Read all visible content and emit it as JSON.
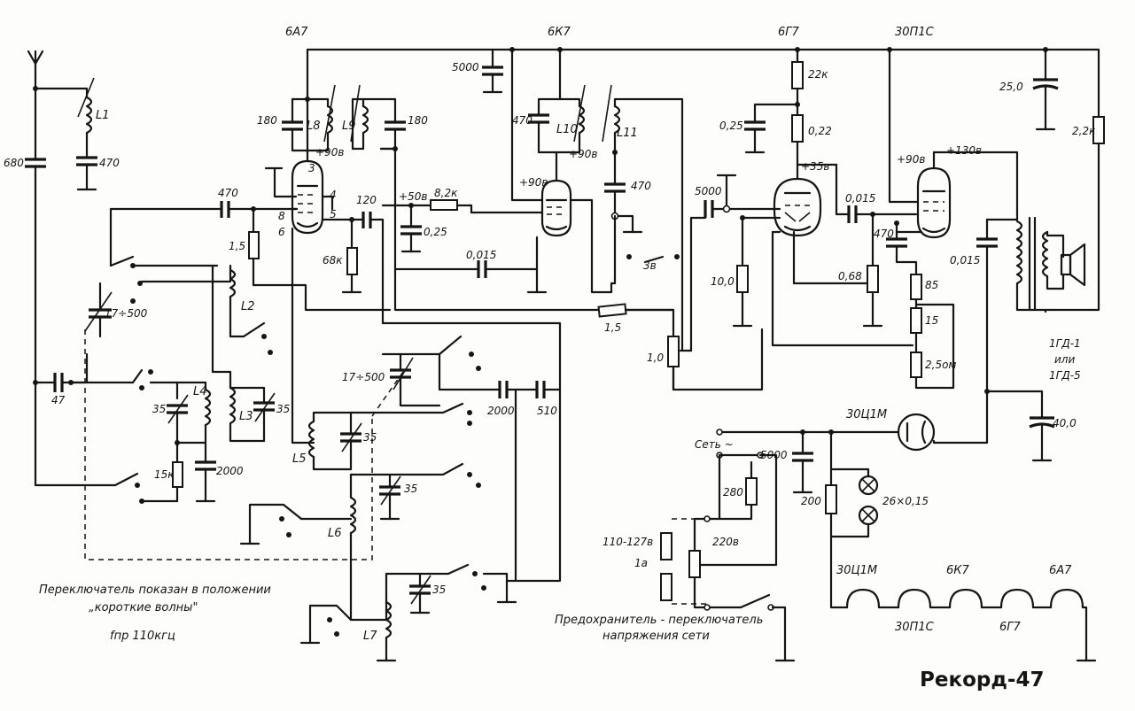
{
  "title": "Рекорд-47",
  "tubes": {
    "t1": "6А7",
    "t2": "6К7",
    "t3": "6Г7",
    "t4": "30П1С",
    "rect": "30Ц1М"
  },
  "inductors": {
    "L1": "L1",
    "L2": "L2",
    "L3": "L3",
    "L4": "L4",
    "L5": "L5",
    "L6": "L6",
    "L7": "L7",
    "L8": "L8",
    "L9": "L9",
    "L10": "L10",
    "L11": "L11"
  },
  "values": {
    "c680": "680",
    "c470a": "470",
    "c47": "47",
    "c470b": "470",
    "r15a": "1,5",
    "c17_500a": "17÷500",
    "c35a": "35",
    "c35b": "35",
    "c2000a": "2000",
    "r15k": "15к",
    "c180a": "180",
    "c180b": "180",
    "v908a": "+90в",
    "c120": "120",
    "r68k": "68к",
    "v508": "+50в",
    "r82k": "8,2к",
    "c025a": "0,25",
    "c0015a": "0,015",
    "r15b": "1,5",
    "c17_500b": "17÷500",
    "c35c": "35",
    "c2000b": "2000",
    "c510": "510",
    "c35d": "35",
    "c35e": "35",
    "c5000a": "5000",
    "c470c": "470",
    "v908b": "+90в",
    "v908c": "+90в",
    "c470d": "470",
    "v38": "3в",
    "pot10": "1,0",
    "c5000b": "5000",
    "r100": "10,0",
    "r22k": "22к",
    "c025b": "0,25",
    "r022": "0,22",
    "v358": "+35в",
    "c0015b": "0,015",
    "c470e": "470",
    "r068": "0,68",
    "r85": "85",
    "r15c": "15",
    "r25": "2,5ом",
    "v908d": "+90в",
    "v1308": "+130в",
    "c250": "25,0",
    "r22k2": "2,2к",
    "c0015c": "0,015",
    "spk": "1ГД-1",
    "spk_or": "или",
    "spk2": "1ГД-5",
    "c400": "40,0",
    "mains": "Сеть ~",
    "c5000c": "5000",
    "r200": "200",
    "lamps": "26×0,15",
    "r280": "280",
    "v220": "220в",
    "v110": "110-127в",
    "fuse": "1а",
    "pin3": "3",
    "pin4": "4",
    "pin5": "5",
    "pin6": "6",
    "pin8": "8"
  },
  "notes": {
    "switch1": "Переключатель показан в положении",
    "switch2": "„короткие волны\"",
    "fif": "fпр 110кгц",
    "fuse1": "Предохранитель - переключатель",
    "fuse2": "напряжения сети"
  },
  "filaments": {
    "f1": "30Ц1М",
    "f2": "30П1С",
    "f3": "6К7",
    "f4": "6Г7",
    "f5": "6А7"
  }
}
